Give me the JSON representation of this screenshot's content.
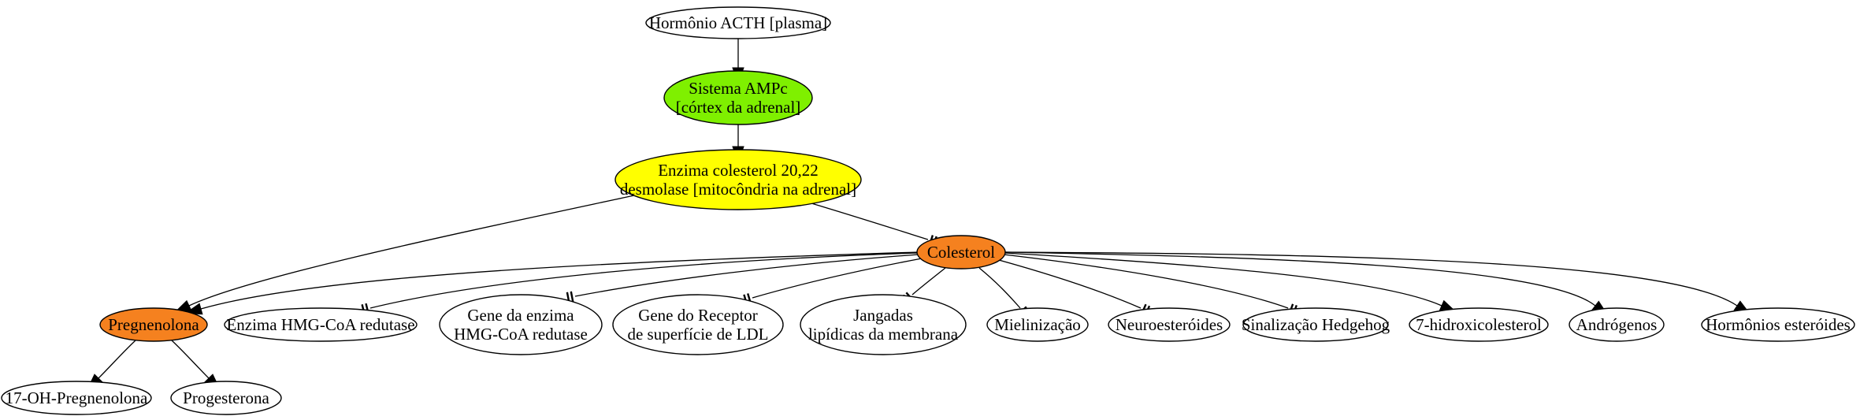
{
  "colors": {
    "default_fill": "#ffffff",
    "camp_fill": "#7ff000",
    "enzyme_fill": "#ffff00",
    "steroid_fill": "#f5811f",
    "stroke": "#000000"
  },
  "nodes": {
    "acth": {
      "lines": [
        "Hormônio ACTH [plasma]"
      ],
      "fill": "#ffffff"
    },
    "camp": {
      "lines": [
        "Sistema AMPc",
        "[córtex da adrenal]"
      ],
      "fill": "#7ff000"
    },
    "desmolase": {
      "lines": [
        "Enzima colesterol 20,22",
        "desmolase [mitocôndria na adrenal]"
      ],
      "fill": "#ffff00"
    },
    "colesterol": {
      "lines": [
        "Colesterol"
      ],
      "fill": "#f5811f"
    },
    "pregnenolona": {
      "lines": [
        "Pregnenolona"
      ],
      "fill": "#f5811f"
    },
    "hmgcoa_enzyme": {
      "lines": [
        "Enzima HMG-CoA redutase"
      ],
      "fill": "#ffffff"
    },
    "hmgcoa_gene": {
      "lines": [
        "Gene da enzima",
        "HMG-CoA redutase"
      ],
      "fill": "#ffffff"
    },
    "ldl_gene": {
      "lines": [
        "Gene do Receptor",
        "de superfície de LDL"
      ],
      "fill": "#ffffff"
    },
    "jangadas": {
      "lines": [
        "Jangadas",
        "lipídicas da membrana"
      ],
      "fill": "#ffffff"
    },
    "mielinizacao": {
      "lines": [
        "Mielinização"
      ],
      "fill": "#ffffff"
    },
    "neuroesteroides": {
      "lines": [
        "Neuroesteróides"
      ],
      "fill": "#ffffff"
    },
    "hedgehog": {
      "lines": [
        "Sinalização Hedgehog"
      ],
      "fill": "#ffffff"
    },
    "hidroxicolesterol": {
      "lines": [
        "7-hidroxicolesterol"
      ],
      "fill": "#ffffff"
    },
    "androgenos": {
      "lines": [
        "Andrógenos"
      ],
      "fill": "#ffffff"
    },
    "hormonios_esteroides": {
      "lines": [
        "Hormônios esteróides"
      ],
      "fill": "#ffffff"
    },
    "oh_pregnenolona": {
      "lines": [
        "17-OH-Pregnenolona"
      ],
      "fill": "#ffffff"
    },
    "progesterona": {
      "lines": [
        "Progesterona"
      ],
      "fill": "#ffffff"
    }
  },
  "edges": [
    {
      "from": "acth",
      "to": "camp",
      "type": "activates"
    },
    {
      "from": "camp",
      "to": "desmolase",
      "type": "activates"
    },
    {
      "from": "desmolase",
      "to": "colesterol",
      "type": "inhibits"
    },
    {
      "from": "desmolase",
      "to": "pregnenolona",
      "type": "activates"
    },
    {
      "from": "colesterol",
      "to": "pregnenolona",
      "type": "activates"
    },
    {
      "from": "colesterol",
      "to": "hmgcoa_enzyme",
      "type": "inhibits"
    },
    {
      "from": "colesterol",
      "to": "hmgcoa_gene",
      "type": "inhibits"
    },
    {
      "from": "colesterol",
      "to": "ldl_gene",
      "type": "inhibits"
    },
    {
      "from": "colesterol",
      "to": "jangadas",
      "type": "inhibits"
    },
    {
      "from": "colesterol",
      "to": "mielinizacao",
      "type": "inhibits"
    },
    {
      "from": "colesterol",
      "to": "neuroesteroides",
      "type": "inhibits"
    },
    {
      "from": "colesterol",
      "to": "hedgehog",
      "type": "inhibits"
    },
    {
      "from": "colesterol",
      "to": "hidroxicolesterol",
      "type": "activates"
    },
    {
      "from": "colesterol",
      "to": "androgenos",
      "type": "activates"
    },
    {
      "from": "colesterol",
      "to": "hormonios_esteroides",
      "type": "activates"
    },
    {
      "from": "pregnenolona",
      "to": "oh_pregnenolona",
      "type": "activates"
    },
    {
      "from": "pregnenolona",
      "to": "progesterona",
      "type": "activates"
    }
  ]
}
